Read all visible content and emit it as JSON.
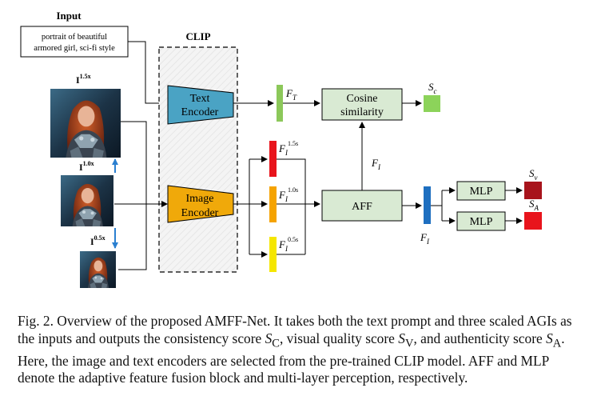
{
  "input_label": "Input",
  "prompt_text": [
    "portrait of beautiful",
    "armored girl, sci-fi style"
  ],
  "clip_label": "CLIP",
  "text_encoder": [
    "Text",
    "Encoder"
  ],
  "image_encoder": [
    "Image",
    "Encoder"
  ],
  "cosine": [
    "Cosine",
    "similarity"
  ],
  "aff_label": "AFF",
  "mlp_label": "MLP",
  "scale_labels": {
    "s15": "1.5x",
    "s10": "1.0x",
    "s05": "0.5x"
  },
  "image_symbol": "I",
  "feature_symbol": "F",
  "feature_sub_T": "T",
  "feature_sub_I": "I",
  "feat_scales": {
    "s15": "1.5s",
    "s10": "1.0s",
    "s05": "0.5s"
  },
  "score_symbol": "S",
  "score_subs": {
    "c": "c",
    "v": "v",
    "a": "A"
  },
  "caption": {
    "p1": "Fig. 2.  Overview of the proposed AMFF-Net. It takes both the text prompt and three scaled AGIs as the inputs and outputs the consistency score ",
    "sc": "S",
    "sc_sub": "C",
    "p2": ", visual quality score ",
    "sv": "S",
    "sv_sub": "V",
    "p3": ", and authenticity score ",
    "sa": "S",
    "sa_sub": "A",
    "p4": ". Here, the image and text encoders are selected from the pre-trained CLIP model. AFF and MLP denote the adaptive feature fusion block and multi-layer perception, respectively."
  },
  "colors": {
    "text_encoder": "#4aa3c4",
    "image_encoder": "#f0a90a",
    "green_box": "#d9ead3",
    "feat_T": "#8cc85a",
    "feat_15": "#e8141c",
    "feat_10": "#f5a300",
    "feat_05": "#f5e600",
    "feat_I": "#1e6fc0",
    "score_c": "#8cd35a",
    "score_v": "#a8141c",
    "score_a": "#e8141c",
    "arrow_blue": "#2a7fd0"
  }
}
